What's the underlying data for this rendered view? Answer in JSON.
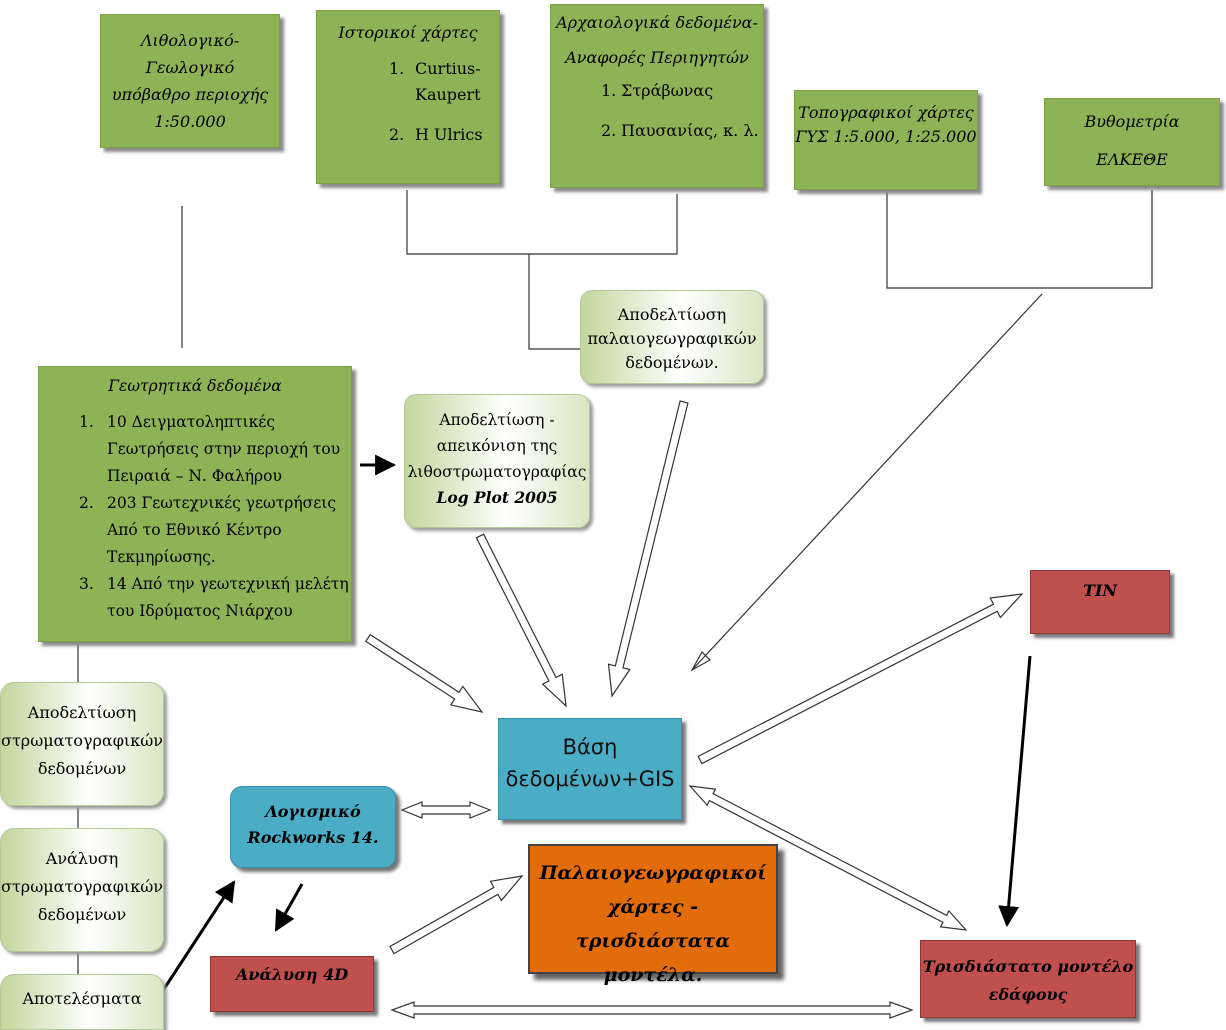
{
  "boxes": {
    "lithology": {
      "lines": [
        "Λιθολογικό-Γεωλογικό",
        "υπόβαθρο περιοχής",
        "1:50.000"
      ]
    },
    "historical": {
      "title": "Ιστορικοί χάρτες",
      "items": [
        {
          "num": "1.",
          "text": "Curtius-",
          "text2": "Kaupert"
        },
        {
          "num": "2.",
          "text": "H Ulrics",
          "text2": ""
        }
      ]
    },
    "archaeological": {
      "title_line1": "Αρχαιολογικά δεδομένα-",
      "title_line2": "Αναφορές Περιηγητών",
      "items": [
        {
          "num": "1.",
          "text": "Στράβωνας"
        },
        {
          "num": "2.",
          "text": "Παυσανίας, κ. λ."
        }
      ]
    },
    "topographic": {
      "lines": [
        "Τοπογραφικοί χάρτες",
        "ΓΥΣ 1:5.000, 1:25.000"
      ]
    },
    "bathymetry": {
      "lines": [
        "Βυθομετρία",
        "ΕΛΚΕΘΕ"
      ]
    },
    "paleogeo_record": {
      "lines": [
        "Αποδελτίωση",
        "παλαιογεωγραφικών",
        "δεδομένων."
      ]
    },
    "borehole": {
      "title": "Γεωτρητικά δεδομένα",
      "items": [
        {
          "num": "1.",
          "lines": [
            "10 Δειγματοληπτικές",
            "Γεωτρήσεις στην περιοχή του",
            "Πειραιά – Ν. Φαλήρου"
          ]
        },
        {
          "num": "2.",
          "lines": [
            "203 Γεωτεχνικές γεωτρήσεις",
            "Από το Εθνικό Κέντρο",
            "Τεκμηρίωσης."
          ]
        },
        {
          "num": "3.",
          "lines": [
            "14 Από την γεωτεχνική μελέτη",
            "του Ιδρύματος Νιάρχου"
          ]
        }
      ]
    },
    "logplot": {
      "lines": [
        "Αποδελτίωση -",
        "απεικόνιση της",
        "λιθοστρωματογραφίας"
      ],
      "software": "Log Plot 2005"
    },
    "strat_record": {
      "lines": [
        "Αποδελτίωση",
        "στρωματογραφικών",
        "δεδομένων"
      ]
    },
    "strat_analysis": {
      "lines": [
        "Ανάλυση",
        "στρωματογραφικών",
        "δεδομένων"
      ]
    },
    "results": {
      "text": "Αποτελέσματα"
    },
    "database": {
      "lines": [
        "Βάση",
        "δεδομένων+GIS"
      ]
    },
    "tin": {
      "text": "TIN"
    },
    "rockworks": {
      "lines": [
        "Λογισμικό",
        "Rockworks 14."
      ]
    },
    "paleomaps": {
      "lines": [
        "Παλαιογεωγραφικοί",
        "χάρτες - τρισδιάστατα",
        "μοντέλα."
      ]
    },
    "analysis4d": {
      "text": "Ανάλυση 4D"
    },
    "model3d": {
      "lines": [
        "Τρισδιάστατο μοντέλο",
        "εδάφους"
      ]
    }
  },
  "colors": {
    "green": "#8db356",
    "pale_green": "#c2d69c",
    "blue": "#4bacc6",
    "red": "#c0504d",
    "orange": "#e36c0a"
  }
}
